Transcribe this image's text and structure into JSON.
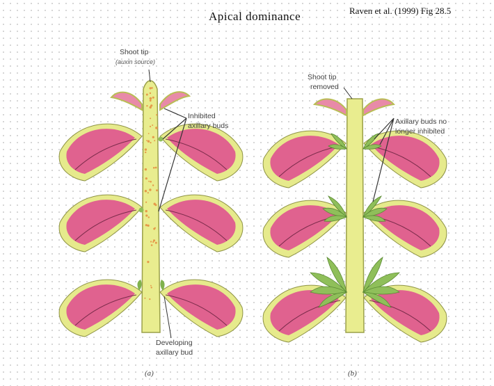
{
  "header": {
    "title": "Apical dominance",
    "citation": "Raven et al. (1999) Fig 28.5"
  },
  "panel_a": {
    "label": "(a)",
    "shoot_tip_label": "Shoot tip",
    "auxin_label": "(auxin source)",
    "inhibited_label_1": "Inhibited",
    "inhibited_label_2": "axillary buds",
    "developing_label_1": "Developing",
    "developing_label_2": "axillary bud"
  },
  "panel_b": {
    "label": "(b)",
    "removed_label_1": "Shoot tip",
    "removed_label_2": "removed",
    "released_label_1": "Axillary buds no",
    "released_label_2": "longer inhibited"
  },
  "colors": {
    "stem": "#e9ed8f",
    "leaf_fill": "#e0628f",
    "leaf_border": "#e6ea8c",
    "auxin_dots": "#e59a4a",
    "buds": "#8fbf5a"
  }
}
